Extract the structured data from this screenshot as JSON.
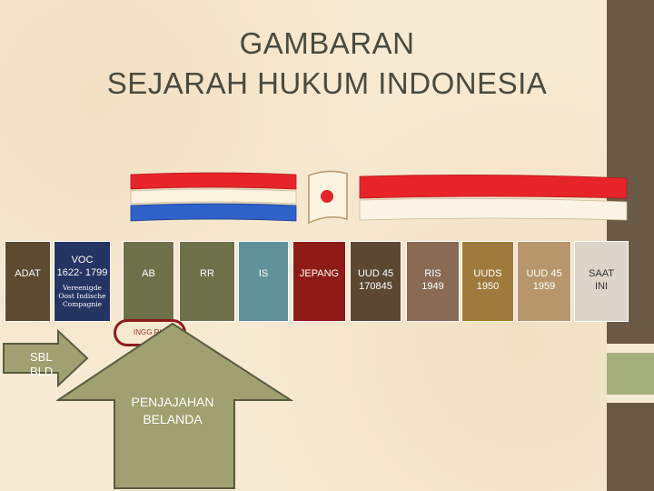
{
  "slide": {
    "title_line1": "GAMBARAN",
    "title_line2": "SEJARAH HUKUM INDONESIA"
  },
  "colors": {
    "background": "#f7ead2",
    "flag_red": "#e8242b",
    "flag_blue": "#2f62c9",
    "arrow_fill": "#a0a070",
    "arrow_stroke": "#5a5a42",
    "inggris_border": "#8c1c1c"
  },
  "flags": [
    {
      "name": "dutch-flag",
      "stripes": [
        "red",
        "white",
        "blue"
      ]
    },
    {
      "name": "japanese-flag",
      "symbol": "red-circle"
    },
    {
      "name": "indonesian-flag",
      "stripes": [
        "red",
        "white"
      ]
    }
  ],
  "timeline": [
    {
      "id": "adat",
      "label": "ADAT",
      "color": "#5d4a30"
    },
    {
      "id": "voc",
      "label": "VOC",
      "years": "1622- 1799",
      "sub1": "Vereenigde",
      "sub2": "Oost Indische",
      "sub3": "Compagnie",
      "color": "#243463"
    },
    {
      "id": "ab",
      "label": "AB",
      "color": "#6d7049"
    },
    {
      "id": "rr",
      "label": "RR",
      "color": "#6d7049"
    },
    {
      "id": "is",
      "label": "IS",
      "color": "#5f9298"
    },
    {
      "id": "jepang",
      "label": "JEPANG",
      "color": "#8f1b17"
    },
    {
      "id": "uud45a",
      "label": "UUD 45",
      "years": "170845",
      "color": "#5c4832"
    },
    {
      "id": "ris",
      "label": "RIS",
      "years": "1949",
      "color": "#8a6a52"
    },
    {
      "id": "uuds",
      "label": "UUDS",
      "years": "1950",
      "color": "#a07a3d"
    },
    {
      "id": "uud45b",
      "label": "UUD 45",
      "years": "1959",
      "color": "#b7966b"
    },
    {
      "id": "saat_ini",
      "label": "SAAT",
      "label2": "INI",
      "color": "#ddd4ca"
    }
  ],
  "inggris_label": "INGG RIS",
  "sbl_label_line1": "SBL",
  "sbl_label_line2": "BLD",
  "penjajahan_line1": "PENJAJAHAN",
  "penjajahan_line2": "BELANDA"
}
